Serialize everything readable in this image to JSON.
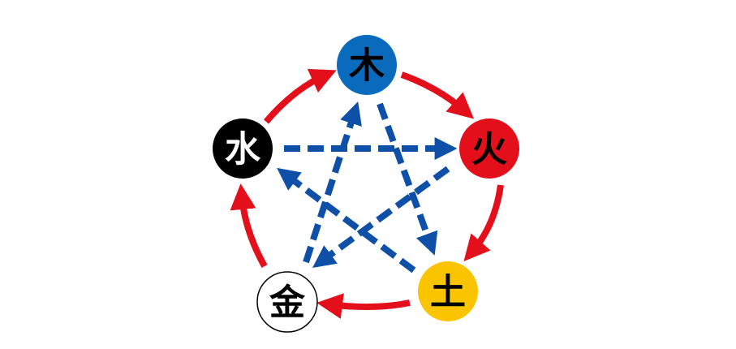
{
  "nodes": [
    {
      "id": "wood",
      "label": "木",
      "fill": "#0a6bbd",
      "text_color": "#000000"
    },
    {
      "id": "fire",
      "label": "火",
      "fill": "#e3101c",
      "text_color": "#000000"
    },
    {
      "id": "earth",
      "label": "土",
      "fill": "#fbc400",
      "text_color": "#000000"
    },
    {
      "id": "metal",
      "label": "金",
      "fill": "#ffffff",
      "text_color": "#000000"
    },
    {
      "id": "water",
      "label": "水",
      "fill": "#000000",
      "text_color": "#ffffff"
    }
  ],
  "generating_cycle": {
    "color": "#e3101c",
    "style": "solid",
    "edges": [
      [
        "water",
        "wood"
      ],
      [
        "wood",
        "fire"
      ],
      [
        "fire",
        "earth"
      ],
      [
        "earth",
        "metal"
      ],
      [
        "metal",
        "water"
      ]
    ]
  },
  "overcoming_cycle": {
    "color": "#0e4fa8",
    "style": "dashed",
    "edges": [
      [
        "water",
        "fire"
      ],
      [
        "wood",
        "earth"
      ],
      [
        "fire",
        "metal"
      ],
      [
        "earth",
        "water"
      ],
      [
        "metal",
        "wood"
      ]
    ]
  }
}
